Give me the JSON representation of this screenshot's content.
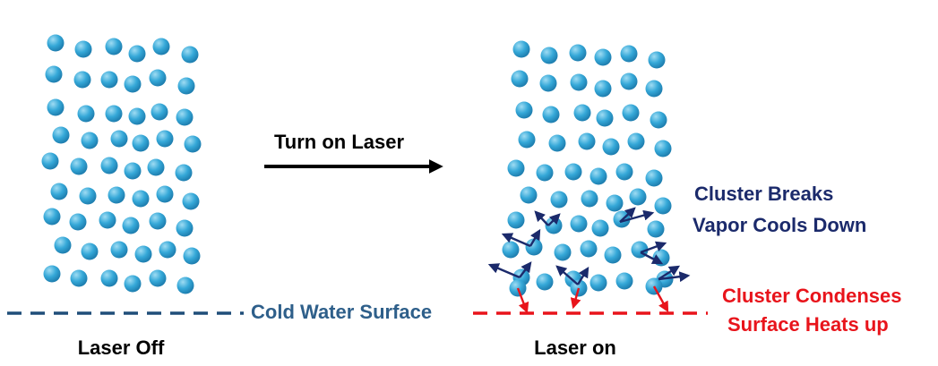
{
  "labels": {
    "laser_off": "Laser Off",
    "laser_on": "Laser on",
    "turn_on_laser": "Turn on Laser",
    "cold_water_surface": "Cold Water Surface",
    "cluster_breaks_line1": "Cluster Breaks",
    "cluster_breaks_line2": "Vapor Cools Down",
    "cluster_condenses_line1": "Cluster Condenses",
    "cluster_condenses_line2": "Surface Heats up"
  },
  "colors": {
    "molecule": "#35a8d8",
    "molecule_highlight": "#9fdcf3",
    "molecule_shade": "#1f7fb0",
    "cold_surface": "#1f4e79",
    "cold_label": "#2e5f8a",
    "warm_surface": "#e8141b",
    "navy_text": "#1b2a6b",
    "navy_arrow": "#1b2a6b",
    "red_arrow": "#e8141b",
    "black": "#000000"
  }
}
